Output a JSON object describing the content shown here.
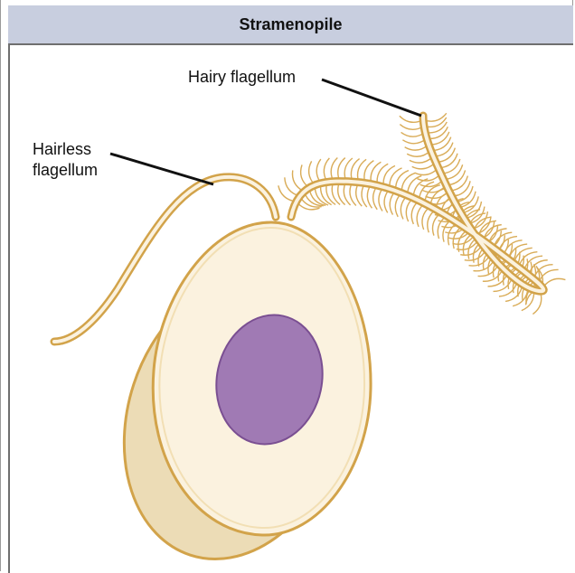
{
  "header": {
    "title": "Stramenopile"
  },
  "labels": {
    "hairy": "Hairy flagellum",
    "hairless_line1": "Hairless",
    "hairless_line2": "flagellum"
  },
  "colors": {
    "header_bg": "#c8cedf",
    "cell_fill": "#fbf2df",
    "cell_outline": "#d2a34a",
    "cell_shadow": "#ecdcb6",
    "nucleus": "#a07ab4",
    "nucleus_outline": "#7a4f92",
    "hair": "#d9ac58"
  },
  "icons": {
    "cell": "stramenopile-cell-illustration"
  }
}
